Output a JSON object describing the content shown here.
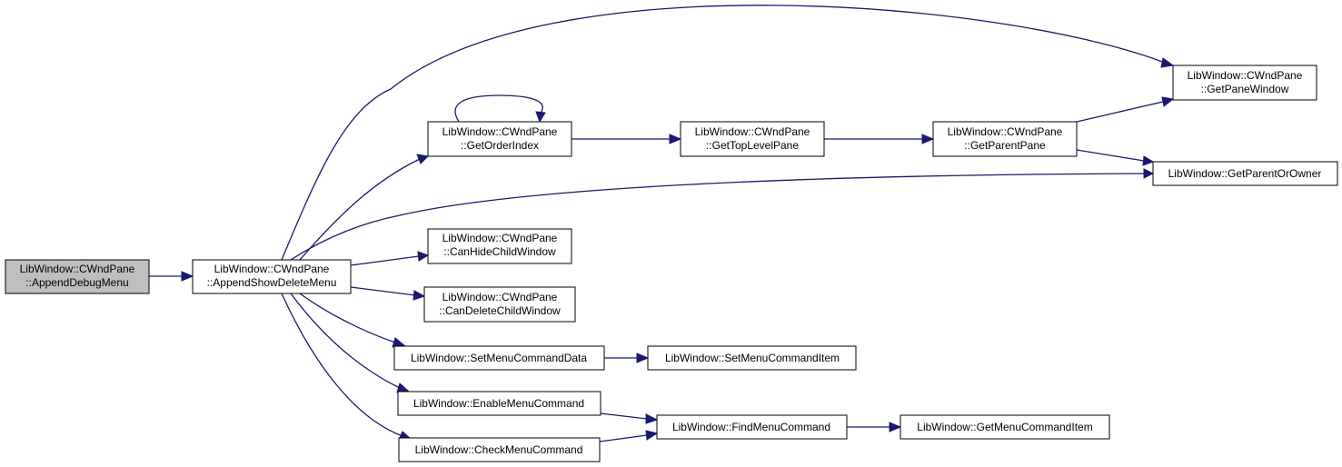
{
  "colors": {
    "edge": "#191970",
    "root_fill": "#bfbfbf",
    "node_fill": "#ffffff",
    "node_border": "#000000"
  },
  "nodes": {
    "append_debug_menu": [
      "LibWindow::CWndPane",
      "::AppendDebugMenu"
    ],
    "append_show_delete_menu": [
      "LibWindow::CWndPane",
      "::AppendShowDeleteMenu"
    ],
    "get_order_index": [
      "LibWindow::CWndPane",
      "::GetOrderIndex"
    ],
    "get_top_level_pane": [
      "LibWindow::CWndPane",
      "::GetTopLevelPane"
    ],
    "get_parent_pane": [
      "LibWindow::CWndPane",
      "::GetParentPane"
    ],
    "get_pane_window": [
      "LibWindow::CWndPane",
      "::GetPaneWindow"
    ],
    "get_parent_or_owner": [
      "LibWindow::GetParentOrOwner"
    ],
    "can_hide_child_window": [
      "LibWindow::CWndPane",
      "::CanHideChildWindow"
    ],
    "can_delete_child_window": [
      "LibWindow::CWndPane",
      "::CanDeleteChildWindow"
    ],
    "set_menu_command_data": [
      "LibWindow::SetMenuCommandData"
    ],
    "set_menu_command_item": [
      "LibWindow::SetMenuCommandItem"
    ],
    "enable_menu_command": [
      "LibWindow::EnableMenuCommand"
    ],
    "check_menu_command": [
      "LibWindow::CheckMenuCommand"
    ],
    "find_menu_command": [
      "LibWindow::FindMenuCommand"
    ],
    "get_menu_command_item": [
      "LibWindow::GetMenuCommandItem"
    ]
  },
  "edges": [
    [
      "append_debug_menu",
      "append_show_delete_menu"
    ],
    [
      "append_show_delete_menu",
      "get_order_index"
    ],
    [
      "append_show_delete_menu",
      "get_pane_window"
    ],
    [
      "append_show_delete_menu",
      "get_parent_or_owner"
    ],
    [
      "append_show_delete_menu",
      "can_hide_child_window"
    ],
    [
      "append_show_delete_menu",
      "can_delete_child_window"
    ],
    [
      "append_show_delete_menu",
      "set_menu_command_data"
    ],
    [
      "append_show_delete_menu",
      "enable_menu_command"
    ],
    [
      "append_show_delete_menu",
      "check_menu_command"
    ],
    [
      "get_order_index",
      "get_order_index"
    ],
    [
      "get_order_index",
      "get_top_level_pane"
    ],
    [
      "get_top_level_pane",
      "get_parent_pane"
    ],
    [
      "get_parent_pane",
      "get_pane_window"
    ],
    [
      "get_parent_pane",
      "get_parent_or_owner"
    ],
    [
      "set_menu_command_data",
      "set_menu_command_item"
    ],
    [
      "enable_menu_command",
      "find_menu_command"
    ],
    [
      "check_menu_command",
      "find_menu_command"
    ],
    [
      "find_menu_command",
      "get_menu_command_item"
    ]
  ]
}
